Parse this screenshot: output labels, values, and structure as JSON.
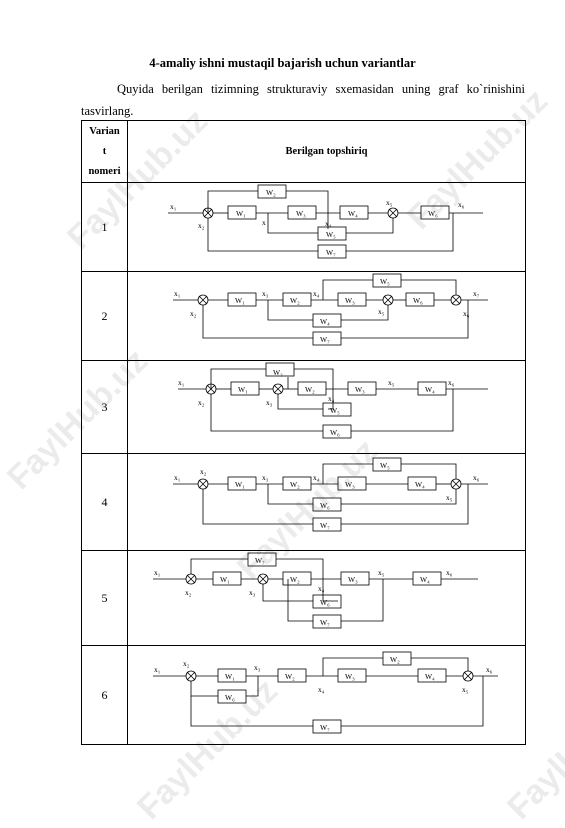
{
  "title": "4-amaliy ishni mustaqil bajarish uchun variantlar",
  "intro": "Quyida berilgan tizimning strukturaviy sxemasidan uning graf ko`rinishini tasvirlang.",
  "table": {
    "header_variant": [
      "Varian",
      "t",
      "nomeri"
    ],
    "header_task": "Berilgan topshiriq",
    "rows": [
      {
        "number": "1"
      },
      {
        "number": "2"
      },
      {
        "number": "3"
      },
      {
        "number": "4"
      },
      {
        "number": "5"
      },
      {
        "number": "6"
      }
    ]
  },
  "watermark": "FaylHub.uz"
}
